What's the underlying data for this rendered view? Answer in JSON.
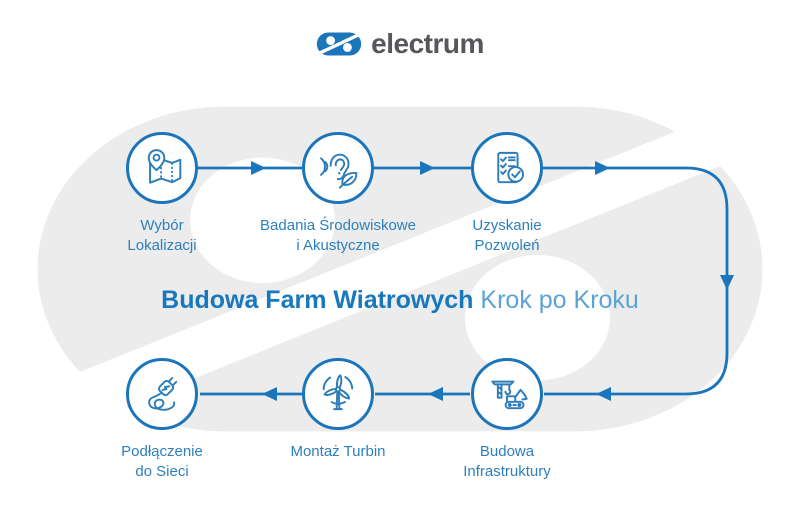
{
  "brand": {
    "name": "electrum"
  },
  "title": {
    "bold": "Budowa Farm Wiatrowych",
    "regular": "Krok po Kroku"
  },
  "steps": {
    "step1": {
      "line1": "Wybór",
      "line2": "Lokalizacji",
      "icon": "map-location-icon"
    },
    "step2": {
      "line1": "Badania Środowiskowe",
      "line2": "i Akustyczne",
      "icon": "ear-leaf-icon"
    },
    "step3": {
      "line1": "Uzyskanie",
      "line2": "Pozwoleń",
      "icon": "checklist-icon"
    },
    "step4": {
      "line1": "Budowa",
      "line2": "Infrastruktury",
      "icon": "crane-excavator-icon"
    },
    "step5": {
      "line1": "Montaż Turbin",
      "line2": "",
      "icon": "wind-turbine-icon"
    },
    "step6": {
      "line1": "Podłączenie",
      "line2": "do Sieci",
      "icon": "power-plug-icon"
    }
  },
  "flow_order": [
    "step1",
    "step2",
    "step3",
    "step4",
    "step5",
    "step6"
  ],
  "colors": {
    "primary_blue": "#1b75bb",
    "icon_blue": "#2b7cb9",
    "label_blue": "#2d80bd",
    "title_blue": "#1878be",
    "title_light_blue": "#5ba3d4",
    "brand_gray": "#55575a",
    "watermark_gray": "#ececec",
    "background": "#ffffff"
  }
}
